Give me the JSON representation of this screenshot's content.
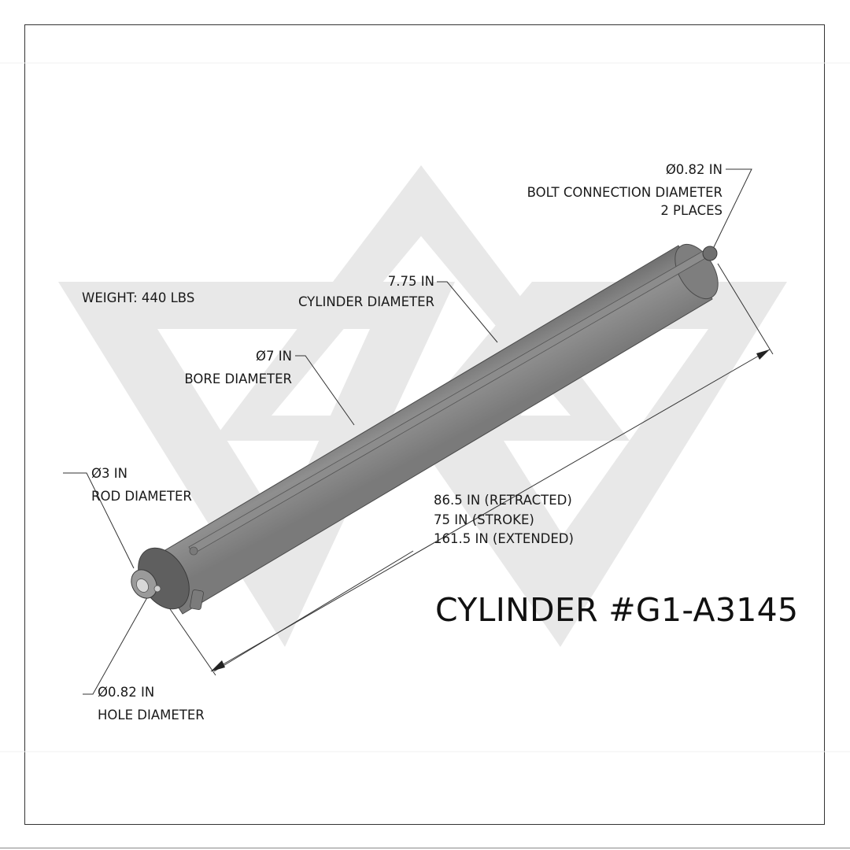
{
  "drawing": {
    "weight": "WEIGHT: 440 LBS",
    "part_title": "CYLINDER #G1-A3145",
    "bolt": {
      "dim": "Ø0.82 IN",
      "label": "BOLT CONNECTION DIAMETER",
      "note": "2 PLACES"
    },
    "cylinder_dia": {
      "dim": "7.75 IN",
      "label": "CYLINDER DIAMETER"
    },
    "bore": {
      "dim": "Ø7 IN",
      "label": "BORE DIAMETER"
    },
    "rod": {
      "dim": "Ø3 IN",
      "label": "ROD DIAMETER"
    },
    "lengths": {
      "retracted": "86.5 IN (RETRACTED)",
      "stroke": "75 IN (STROKE)",
      "extended": "161.5 IN (EXTENDED)"
    },
    "hole": {
      "dim": "Ø0.82 IN",
      "label": "HOLE DIAMETER"
    }
  },
  "colors": {
    "watermark": "#e7e7e7",
    "body_dark": "#5a5a5a",
    "body_mid": "#8a8a8a",
    "body_light": "#a3a3a3",
    "line": "#333333"
  }
}
